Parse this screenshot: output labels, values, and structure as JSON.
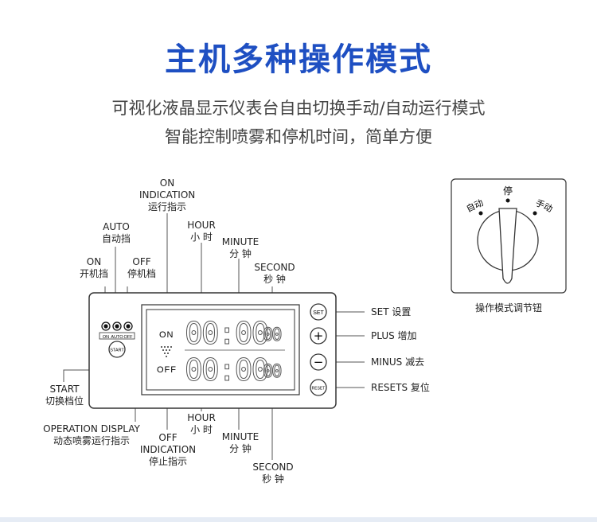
{
  "title": "主机多种操作模式",
  "subtitle_line1": "可视化液晶显示仪表台自由切换手动/自动运行模式",
  "subtitle_line2": "智能控制喷雾和停机时间，简单方便",
  "labels": {
    "on_indication": [
      "ON",
      "INDICATION",
      "运行指示"
    ],
    "auto": [
      "AUTO",
      "自动挡"
    ],
    "on_gear": [
      "ON",
      "开机挡"
    ],
    "off_gear": [
      "OFF",
      "停机档"
    ],
    "hour_top": [
      "HOUR",
      "小 时"
    ],
    "minute_top": [
      "MINUTE",
      "分 钟"
    ],
    "second_top": [
      "SECOND",
      "秒 钟"
    ],
    "start": [
      "START",
      "切换档位"
    ],
    "operation_display": [
      "OPERATION  DISPLAY",
      "动态喷雾运行指示"
    ],
    "off_indication": [
      "OFF",
      "INDICATION",
      "停止指示"
    ],
    "hour_bottom": [
      "HOUR",
      "小 时"
    ],
    "minute_bottom": [
      "MINUTE",
      "分 钟"
    ],
    "second_bottom": [
      "SECOND",
      "秒 钟"
    ],
    "set": "SET  设置",
    "plus": "PLUS  增加",
    "minus": "MINUS  减去",
    "resets": "RESETS  复位"
  },
  "panel": {
    "switch_labels": [
      "ON",
      "AUTO",
      "OFF"
    ],
    "start_button": "START",
    "on_text": "ON",
    "off_text": "OFF",
    "digits": "00:00",
    "seconds": "00",
    "set_button": "SET",
    "plus_button": "+",
    "minus_button": "−",
    "reset_button": "RESET"
  },
  "knob": {
    "auto": "自动",
    "stop": "停",
    "manual": "手动",
    "caption": "操作模式调节钮"
  }
}
